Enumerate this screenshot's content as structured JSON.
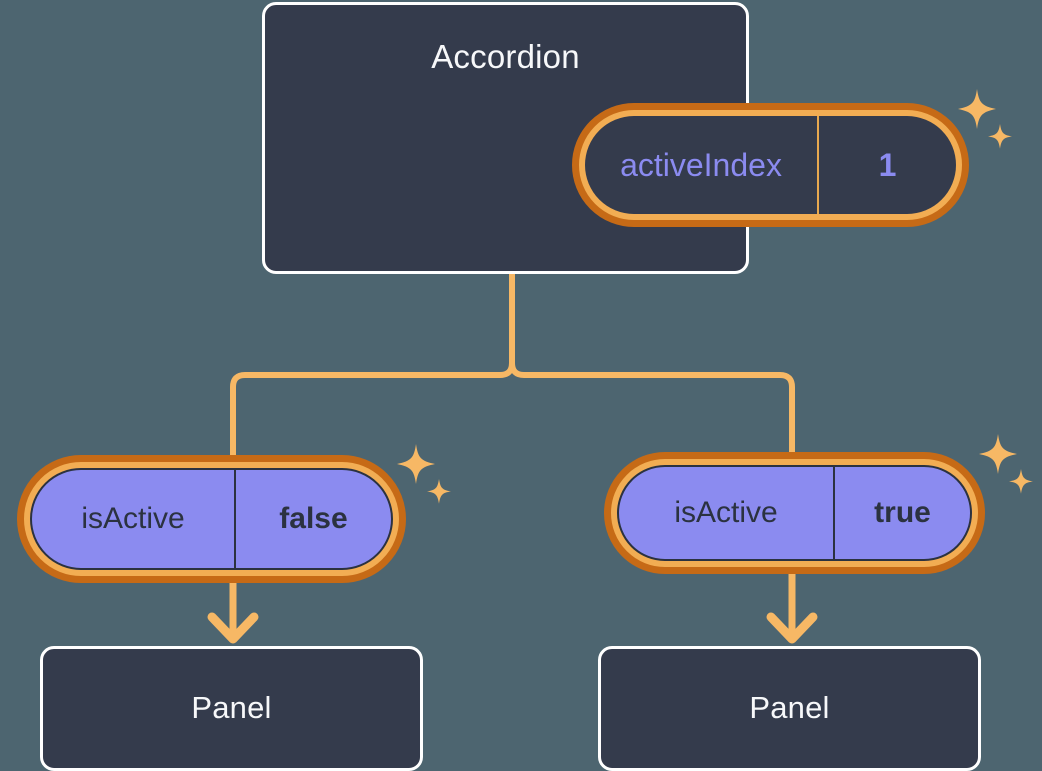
{
  "theme": {
    "background": "#4d6570",
    "card_fill": "#343b4c",
    "card_border": "#ffffff",
    "ring_outer": "#c66a16",
    "ring_inner": "#f2ad53",
    "connector": "#f7b865",
    "state_purple": "#8b8bf0",
    "text_light": "#f7f8fa",
    "text_dark": "#2b3240",
    "sparkle": "#f7b865"
  },
  "diagram": {
    "type": "component-state-tree",
    "root": {
      "name": "accordion-node",
      "title": "Accordion",
      "state": {
        "key": "activeIndex",
        "value": "1",
        "highlighted": true
      }
    },
    "branches": [
      {
        "name": "branch-left",
        "state": {
          "key": "isActive",
          "value": "false",
          "highlighted": true
        },
        "child": {
          "name": "panel-node-left",
          "title": "Panel"
        }
      },
      {
        "name": "branch-right",
        "state": {
          "key": "isActive",
          "value": "true",
          "highlighted": true
        },
        "child": {
          "name": "panel-node-right",
          "title": "Panel"
        }
      }
    ]
  },
  "icons": {
    "sparkle_large": "sparkle-icon",
    "sparkle_small": "sparkle-small-icon",
    "arrow": "arrow-down-icon"
  }
}
